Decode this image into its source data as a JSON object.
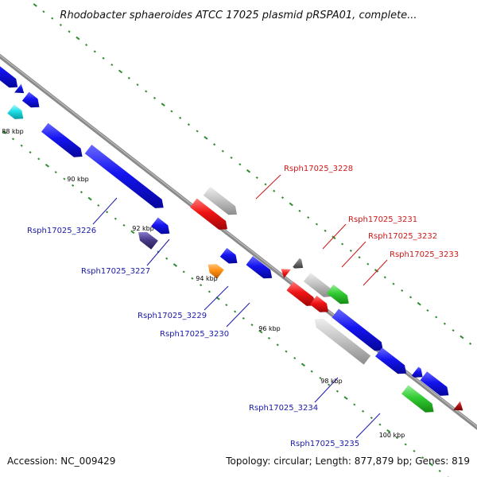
{
  "title": "Rhodobacter sphaeroides ATCC 17025 plasmid pRSPA01, complete...",
  "footer": {
    "accession_label": "Accession:",
    "accession": "NC_009429",
    "topology_label": "Topology:",
    "topology": "circular",
    "length_label": "Length:",
    "length": "877,879 bp",
    "genes_label": "Genes:",
    "genes": "819"
  },
  "colors": {
    "backbone": "#8a8a8a",
    "tick_dots": "#2e8b2e",
    "minus_strand_label": "#1a1aa8",
    "plus_strand_label": "#cc1a1a",
    "gene_blue": "#1010e0",
    "gene_red": "#ee1010",
    "gene_gray": "#bdbdbd",
    "gene_darkgray": "#6a6a6a",
    "gene_green": "#33cc33",
    "gene_cyan": "#22e0e8",
    "gene_orange": "#ff9010",
    "gene_purple": "#4a3a8a",
    "gene_darkred": "#b01010"
  },
  "scale_ticks": [
    "88 kbp",
    "90 kbp",
    "92 kbp",
    "94 kbp",
    "96 kbp",
    "98 kbp",
    "100 kbp"
  ],
  "labeled_genes": {
    "minus_strand": [
      "Rsph17025_3226",
      "Rsph17025_3227",
      "Rsph17025_3229",
      "Rsph17025_3230",
      "Rsph17025_3234",
      "Rsph17025_3235"
    ],
    "plus_strand": [
      "Rsph17025_3228",
      "Rsph17025_3231",
      "Rsph17025_3232",
      "Rsph17025_3233"
    ]
  }
}
